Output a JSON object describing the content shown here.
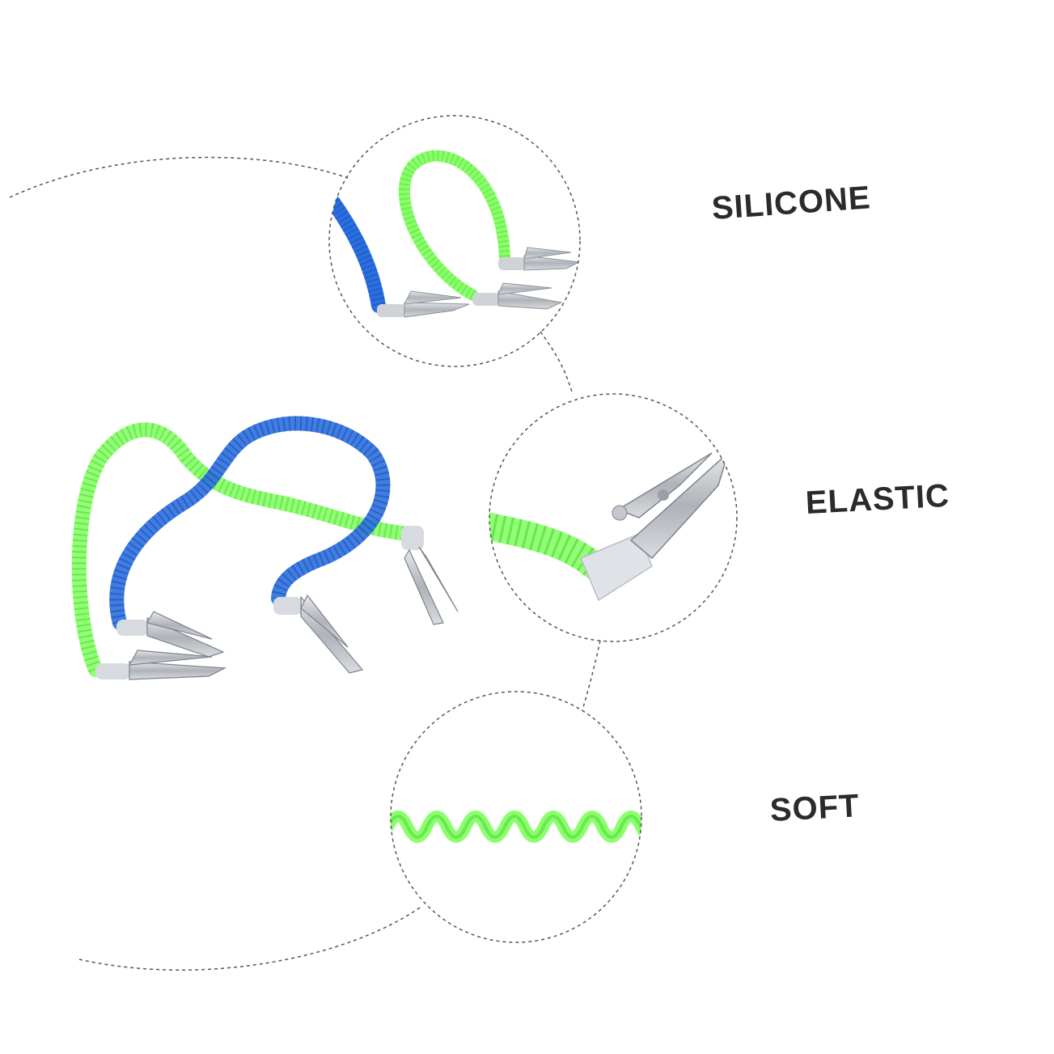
{
  "features": [
    {
      "id": "silicone",
      "label": "SILICONE"
    },
    {
      "id": "elastic",
      "label": "ELASTIC"
    },
    {
      "id": "soft",
      "label": "SOFT"
    }
  ],
  "colors": {
    "background": "#ffffff",
    "coil_green": "#7CFF5A",
    "coil_blue": "#2A6FE0",
    "clip_metal": "#B8BCC2",
    "dashed_line": "#555555",
    "text": "#2b2b2b"
  },
  "icons": {
    "product": "dental-bib-clip-chain",
    "detail_1": "coil-and-clips-closeup",
    "detail_2": "clip-closeup",
    "detail_3": "coil-spring-closeup"
  }
}
